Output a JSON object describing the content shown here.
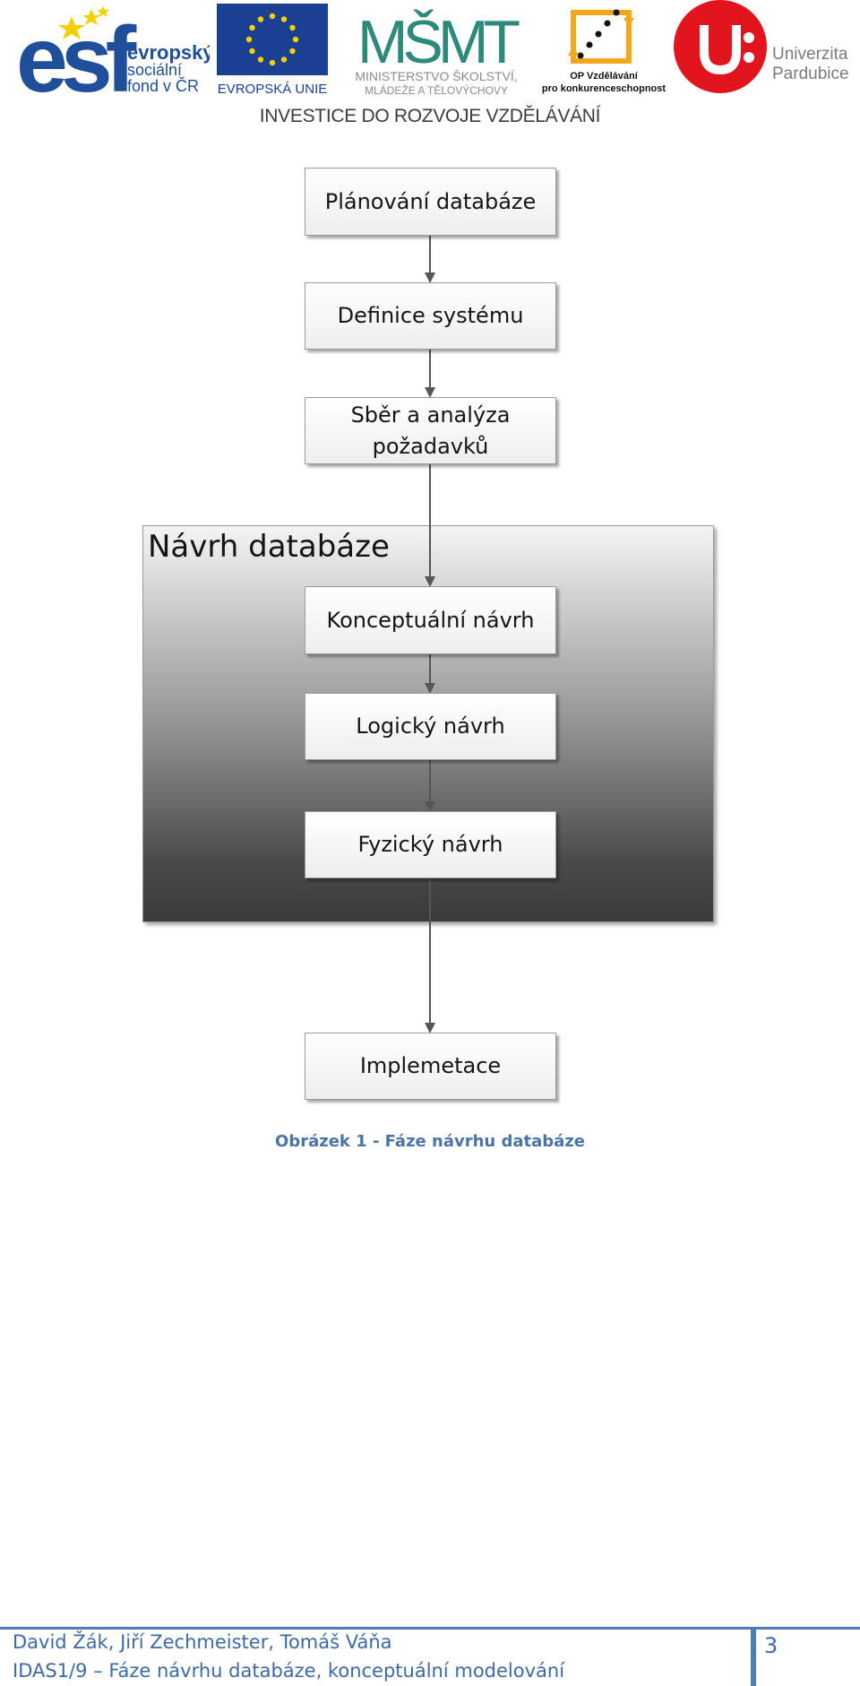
{
  "header": {
    "esf_logo": {
      "line1": "evropský",
      "line2": "sociální",
      "line3": "fond v ČR"
    },
    "eu_logo": {
      "label": "EVROPSKÁ UNIE"
    },
    "msmt_logo": {
      "line1": "MINISTERSTVO ŠKOLSTVÍ,",
      "line2": "MLÁDEŽE A TĚLOVÝCHOVY"
    },
    "opvk_logo": {
      "line1": "OP Vzdělávání",
      "line2": "pro konkurenceschopnost"
    },
    "upa_logo": {
      "line1": "Univerzita",
      "line2": "Pardubice"
    },
    "caption": "INVESTICE DO ROZVOJE VZDĚLÁVÁNÍ",
    "colors": {
      "esf_blue": "#1f4e9a",
      "eu_blue": "#1a3f93",
      "eu_star": "#f4d000",
      "msmt_teal": "#2c8a7a",
      "opvk_orange": "#f1a81c",
      "upa_red": "#e2141e"
    }
  },
  "diagram": {
    "steps": [
      {
        "label": "Plánování databáze"
      },
      {
        "label": "Definice systému"
      },
      {
        "label": "Sběr a analýza požadavků"
      },
      {
        "label": "Konceptuální návrh"
      },
      {
        "label": "Logický návrh"
      },
      {
        "label": "Fyzický návrh"
      },
      {
        "label": "Implemetace"
      }
    ],
    "group_title": "Návrh databáze",
    "caption": "Obrázek 1 - Fáze návrhu databáze"
  },
  "footer": {
    "authors": "David Žák, Jiří Zechmeister, Tomáš Váňa",
    "course": "IDAS1/9 – Fáze návrhu databáze, konceptuální modelování",
    "page_number": "3"
  }
}
